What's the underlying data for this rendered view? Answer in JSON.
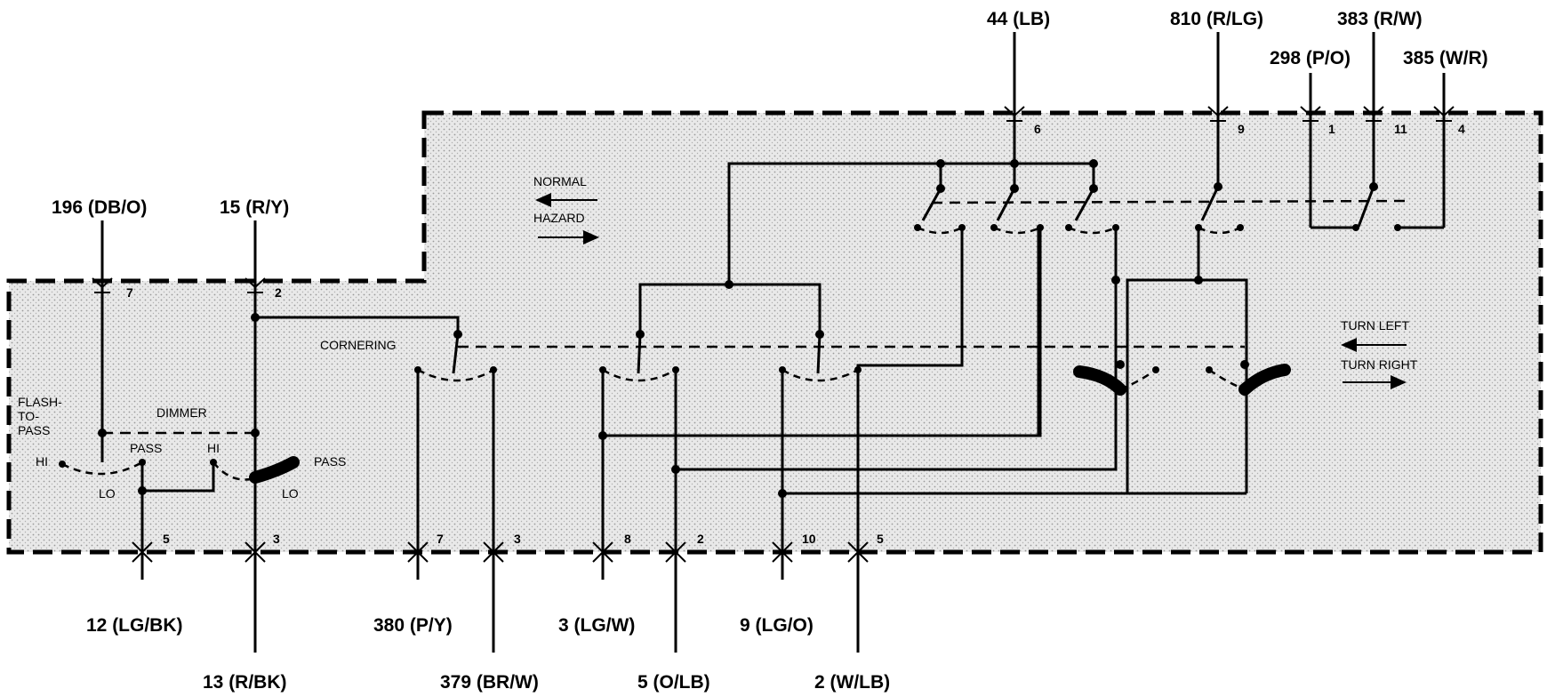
{
  "wire_labels": {
    "w44": "44 (LB)",
    "w810": "810 (R/LG)",
    "w383": "383 (R/W)",
    "w298": "298 (P/O)",
    "w385": "385 (W/R)",
    "w196": "196 (DB/O)",
    "w15": "15 (R/Y)",
    "w12": "12 (LG/BK)",
    "w13": "13 (R/BK)",
    "w380": "380 (P/Y)",
    "w379": "379 (BR/W)",
    "w3": "3 (LG/W)",
    "w5": "5 (O/LB)",
    "w9": "9 (LG/O)",
    "w2": "2 (W/LB)"
  },
  "pins": {
    "p44": "6",
    "p810": "9",
    "p298": "1",
    "p383": "11",
    "p385": "4",
    "p196": "7",
    "p15": "2",
    "p12": "5",
    "p13": "3",
    "p380": "7",
    "p379": "3",
    "p3": "8",
    "p5": "2",
    "p9": "10",
    "p2": "5"
  },
  "labels": {
    "normal": "NORMAL",
    "hazard": "HAZARD",
    "cornering": "CORNERING",
    "flash1": "FLASH-",
    "flash2": "TO-",
    "flash3": "PASS",
    "dimmer": "DIMMER",
    "hi_left": "HI",
    "pass_mid": "PASS",
    "hi_right": "HI",
    "pass_right": "PASS",
    "lo_left": "LO",
    "lo_right": "LO",
    "turn_left": "TURN LEFT",
    "turn_right": "TURN RIGHT"
  }
}
